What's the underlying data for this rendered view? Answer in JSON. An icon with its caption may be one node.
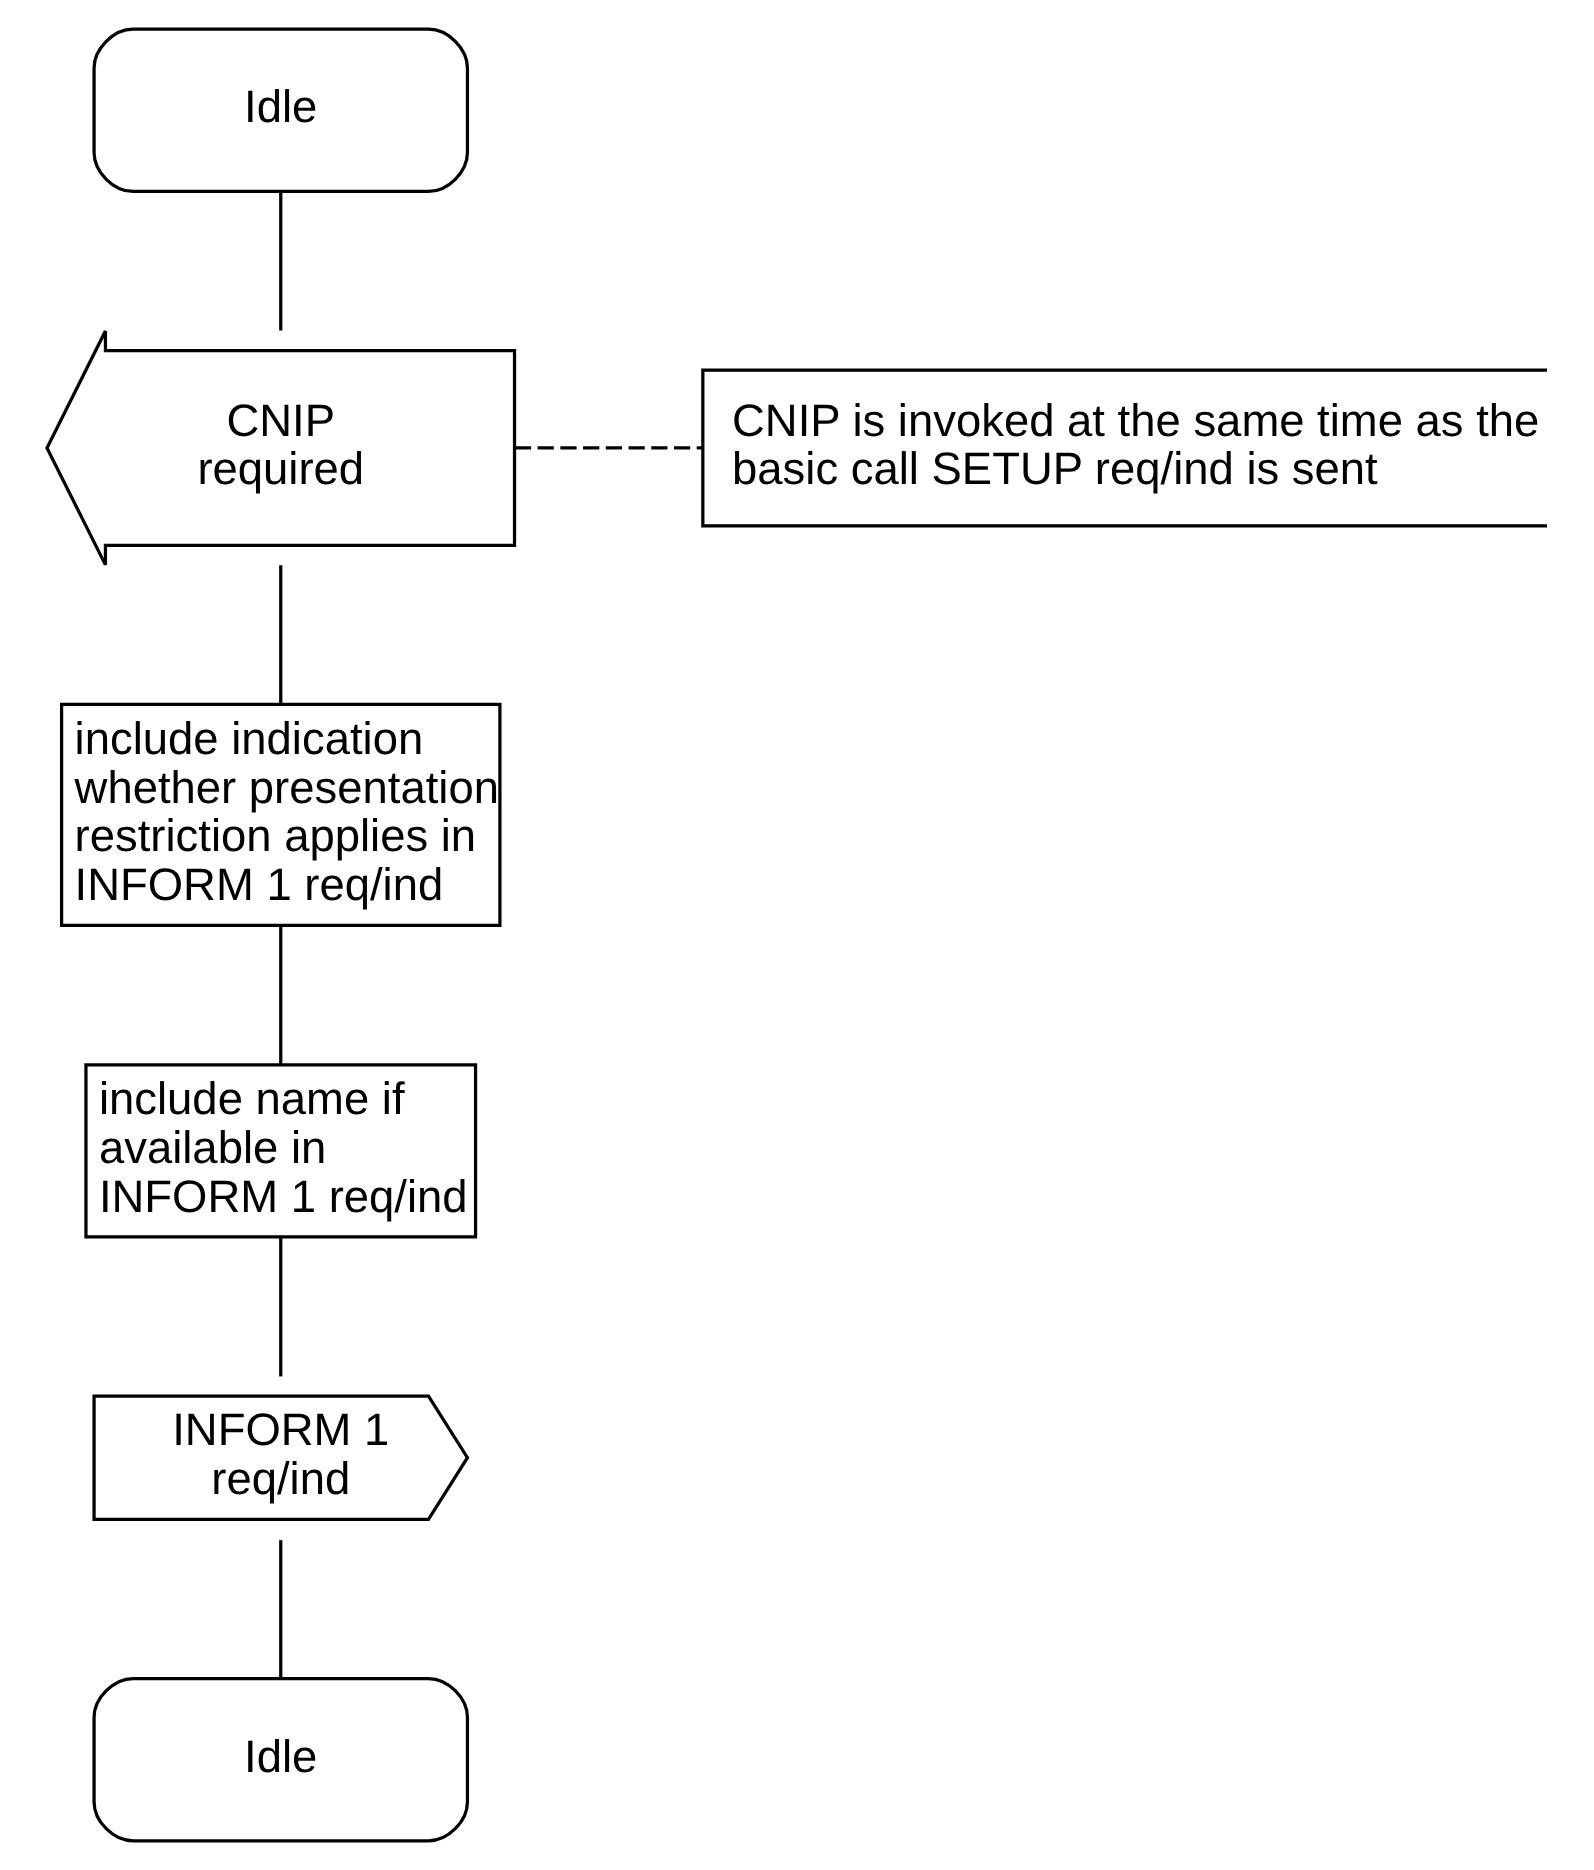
{
  "diagram": {
    "nodes": [
      {
        "text": [
          "Idle"
        ]
      },
      {
        "text": [
          "CNIP required"
        ]
      },
      {
        "text": [
          "CNIP is invoked at the same time as the basic call SETUP req/ind is sent"
        ]
      },
      {
        "text": [
          "include indication whether presentation restriction applies in INFORM 1 req/ind"
        ]
      },
      {
        "text": [
          "include name if available in INFORM 1 req/ind"
        ]
      },
      {
        "text": [
          "INFORM 1 req/ind"
        ]
      },
      {
        "text": [
          "Idle"
        ]
      }
    ],
    "edges": [
      {
        "from": 0,
        "to": 1,
        "arrow": "none"
      },
      {
        "from": 1,
        "to": 2,
        "arrow": "none",
        "style": "dashed"
      },
      {
        "from": 1,
        "to": 3,
        "arrow": "none"
      },
      {
        "from": 3,
        "to": 4,
        "arrow": "none"
      },
      {
        "from": 4,
        "to": 5,
        "arrow": "none"
      },
      {
        "from": 5,
        "to": 6,
        "arrow": "none"
      }
    ]
  }
}
